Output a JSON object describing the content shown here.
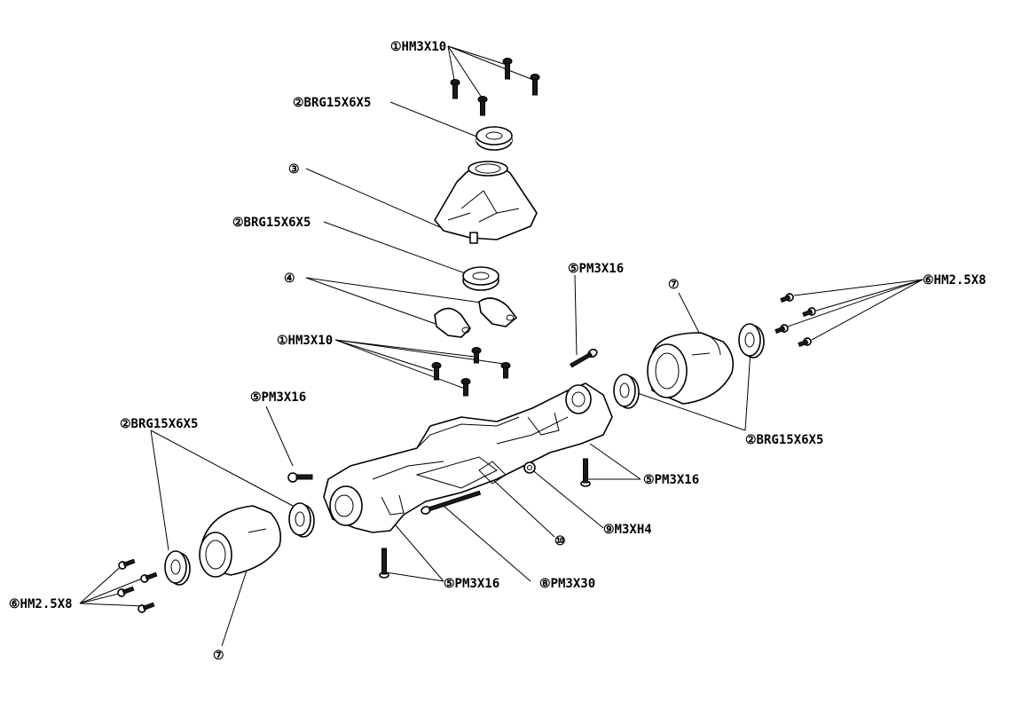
{
  "labels": {
    "l1": "①HM3X10",
    "l2": "②BRG15X6X5",
    "l3": "③",
    "l4": "②BRG15X6X5",
    "l5": "④",
    "l6": "①HM3X10",
    "l7": "⑤PM3X16",
    "l8": "⑦",
    "l9": "⑥HM2.5X8",
    "l10": "⑤PM3X16",
    "l11": "②BRG15X6X5",
    "l12": "②BRG15X6X5",
    "l13": "⑤PM3X16",
    "l14": "⑨M3XH4",
    "l15": "⑩",
    "l16": "⑤PM3X16",
    "l17": "⑧PM3X30",
    "l18": "⑥HM2.5X8",
    "l19": "⑦"
  }
}
